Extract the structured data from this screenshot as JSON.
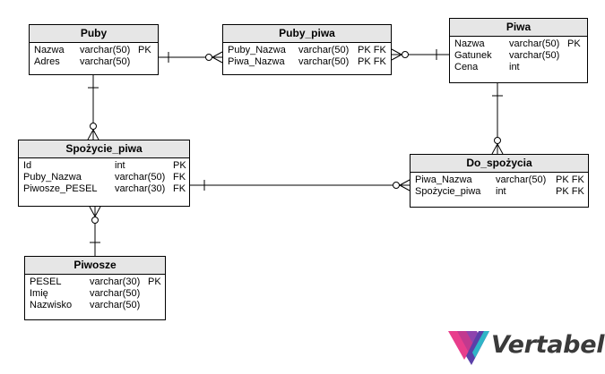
{
  "entities": {
    "puby": {
      "title": "Puby",
      "columns": [
        {
          "name": "Nazwa",
          "type": "varchar(50)",
          "key": "PK"
        },
        {
          "name": "Adres",
          "type": "varchar(50)",
          "key": ""
        }
      ]
    },
    "puby_piwa": {
      "title": "Puby_piwa",
      "columns": [
        {
          "name": "Puby_Nazwa",
          "type": "varchar(50)",
          "key": "PK FK"
        },
        {
          "name": "Piwa_Nazwa",
          "type": "varchar(50)",
          "key": "PK FK"
        }
      ]
    },
    "piwa": {
      "title": "Piwa",
      "columns": [
        {
          "name": "Nazwa",
          "type": "varchar(50)",
          "key": "PK"
        },
        {
          "name": "Gatunek",
          "type": "varchar(50)",
          "key": ""
        },
        {
          "name": "Cena",
          "type": "int",
          "key": ""
        }
      ]
    },
    "spozycie_piwa": {
      "title": "Spożycie_piwa",
      "columns": [
        {
          "name": "Id",
          "type": "int",
          "key": "PK"
        },
        {
          "name": "Puby_Nazwa",
          "type": "varchar(50)",
          "key": "FK"
        },
        {
          "name": "Piwosze_PESEL",
          "type": "varchar(30)",
          "key": "FK"
        }
      ]
    },
    "do_spozycia": {
      "title": "Do_spożycia",
      "columns": [
        {
          "name": "Piwa_Nazwa",
          "type": "varchar(50)",
          "key": "PK FK"
        },
        {
          "name": "Spożycie_piwa",
          "type": "int",
          "key": "PK FK"
        }
      ]
    },
    "piwosze": {
      "title": "Piwosze",
      "columns": [
        {
          "name": "PESEL",
          "type": "varchar(30)",
          "key": "PK"
        },
        {
          "name": "Imię",
          "type": "varchar(50)",
          "key": ""
        },
        {
          "name": "Nazwisko",
          "type": "varchar(50)",
          "key": ""
        }
      ]
    }
  },
  "relationships": [
    {
      "from": "puby",
      "to": "puby_piwa",
      "from_end": "one",
      "to_end": "many"
    },
    {
      "from": "piwa",
      "to": "puby_piwa",
      "from_end": "one",
      "to_end": "many"
    },
    {
      "from": "puby",
      "to": "spozycie_piwa",
      "from_end": "one",
      "to_end": "many"
    },
    {
      "from": "piwa",
      "to": "do_spozycia",
      "from_end": "one",
      "to_end": "many"
    },
    {
      "from": "spozycie_piwa",
      "to": "do_spozycia",
      "from_end": "one",
      "to_end": "many"
    },
    {
      "from": "piwosze",
      "to": "spozycie_piwa",
      "from_end": "one",
      "to_end": "many"
    }
  ],
  "branding": {
    "logo_text": "Vertabelo",
    "logo_colors": [
      "#e83e8c",
      "#8e44ad",
      "#2fb5c7",
      "#5b3fa8"
    ],
    "text_color": "#3a3a3a"
  }
}
